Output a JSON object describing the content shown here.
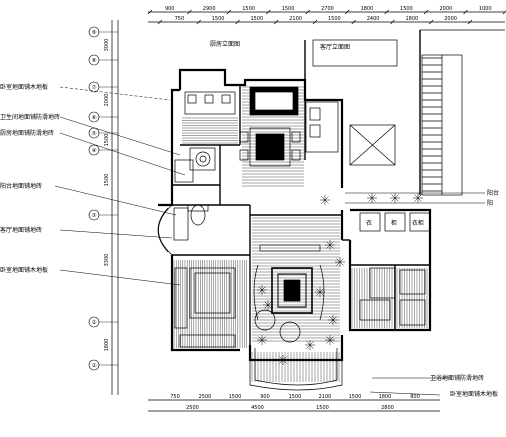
{
  "top_dims_row1": [
    "900",
    "2900",
    "1500",
    "1500",
    "2700",
    "1800",
    "1500",
    "2000",
    "1000"
  ],
  "top_dims_row2": [
    "750",
    "1500",
    "1500",
    "2100",
    "1500",
    "2400",
    "1800",
    "2000"
  ],
  "bottom_dims_row1": [
    "750",
    "2500",
    "1500",
    "900",
    "1500",
    "2100",
    "1500",
    "1800",
    "800"
  ],
  "bottom_dims_row2": [
    "2500",
    "4500",
    "1500",
    "2800"
  ],
  "left_axis_labels": [
    "⑨",
    "⑧",
    "⑦",
    "⑥",
    "⑤",
    "④",
    "③",
    "②",
    "①"
  ],
  "left_dims": [
    "3000",
    "2000",
    "1500",
    "1500",
    "3300",
    "1800"
  ],
  "left_callouts": [
    "卧室地面铺木地板",
    "卫生间地面铺防滑地砖",
    "厨房地面铺防滑地砖",
    "阳台地面铺地砖",
    "客厅地面铺地砖",
    "卧室地面铺木地板"
  ],
  "right_callouts": [
    "阳台",
    "阳",
    "卫浴地面铺防滑地砖",
    "卧室地面铺木地板"
  ],
  "top_callouts": [
    "厨房立面图",
    "客厅立面图"
  ],
  "wardrobe_labels": [
    "衣",
    "柜",
    "衣柜"
  ]
}
